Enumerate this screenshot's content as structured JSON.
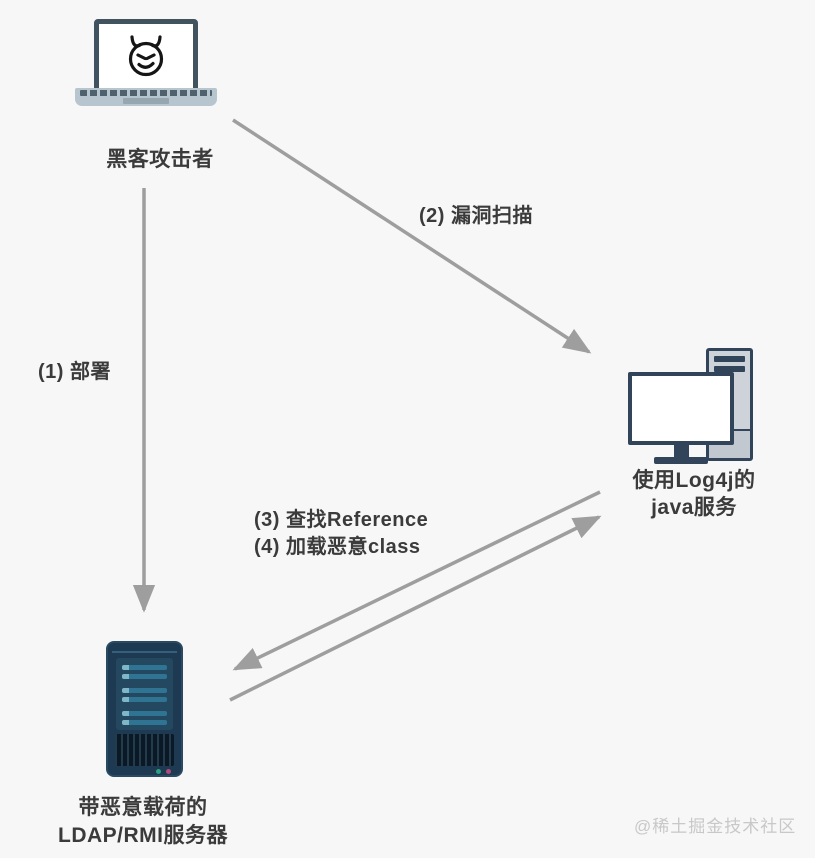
{
  "colors": {
    "background": "#f7f7f7",
    "arrow": "#9e9e9e",
    "label_text": "#3b3b3b",
    "laptop_frame": "#41535f",
    "laptop_base": "#b6c5ce",
    "desktop_outline": "#31445a",
    "desktop_led_blue": "#2d7ce2",
    "server_body": "#1d3a52",
    "server_bar_teal": "#2f7493",
    "server_led_green": "#2aa183",
    "server_led_pink": "#b0497c",
    "watermark_text": "#c8c8c8"
  },
  "nodes": {
    "attacker": {
      "label": "黑客攻击者",
      "icon": "laptop-devil-icon"
    },
    "java_service": {
      "label_line1": "使用Log4j的",
      "label_line2": "java服务",
      "icon": "desktop-computer-icon"
    },
    "ldap_server": {
      "label_line1": "带恶意载荷的",
      "label_line2": "LDAP/RMI服务器",
      "icon": "server-tower-icon"
    }
  },
  "edges": {
    "deploy": {
      "label": "(1) 部署",
      "from": "attacker",
      "to": "ldap_server"
    },
    "scan": {
      "label": "(2) 漏洞扫描",
      "from": "attacker",
      "to": "java_service"
    },
    "lookup_load": {
      "label_line1": "(3) 查找Reference",
      "label_line2": "(4) 加载恶意class",
      "between": "java_service ↔ ldap_server",
      "bidirectional": true
    }
  },
  "watermark": "@稀土掘金技术社区"
}
